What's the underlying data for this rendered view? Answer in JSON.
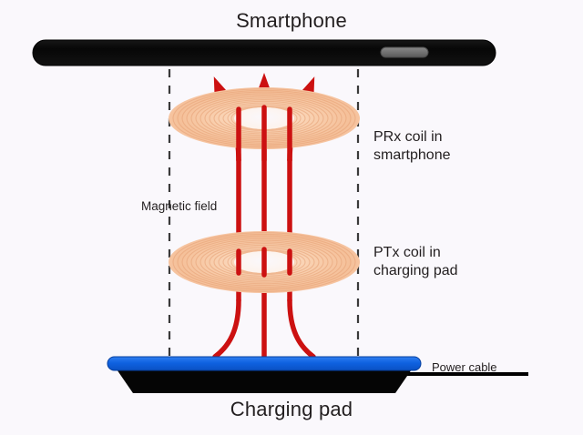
{
  "diagram": {
    "title_top": "Smartphone",
    "title_bottom": "Charging pad",
    "labels": {
      "prx_coil": "PRx coil in\nsmartphone",
      "ptx_coil": "PTx coil in\ncharging pad",
      "magnetic_field": "Magnetic field",
      "power_cable": "Power cable"
    },
    "colors": {
      "background": "#faf8fc",
      "phone_body": "#0b0b0b",
      "phone_speaker": "#6e6e6e",
      "coil": "#f5c3a0",
      "coil_ring": "#e9a87d",
      "field_line": "#cc1111",
      "pad_top": "#1668e3",
      "pad_body": "#000000",
      "cable": "#000000",
      "boundary_dash": "#333333",
      "text": "#231f20"
    },
    "elements": {
      "smartphone": "smartphone-body",
      "speaker": "speaker-grille",
      "prx_coil": "prx-coil-torus",
      "ptx_coil": "ptx-coil-torus",
      "field_lines": "magnetic-field-lines",
      "arrows": 3,
      "charging_pad": "charging-pad-body",
      "power_cable": "power-cable-line",
      "left_boundary": "left-dashed-boundary",
      "right_boundary": "right-dashed-boundary"
    }
  }
}
